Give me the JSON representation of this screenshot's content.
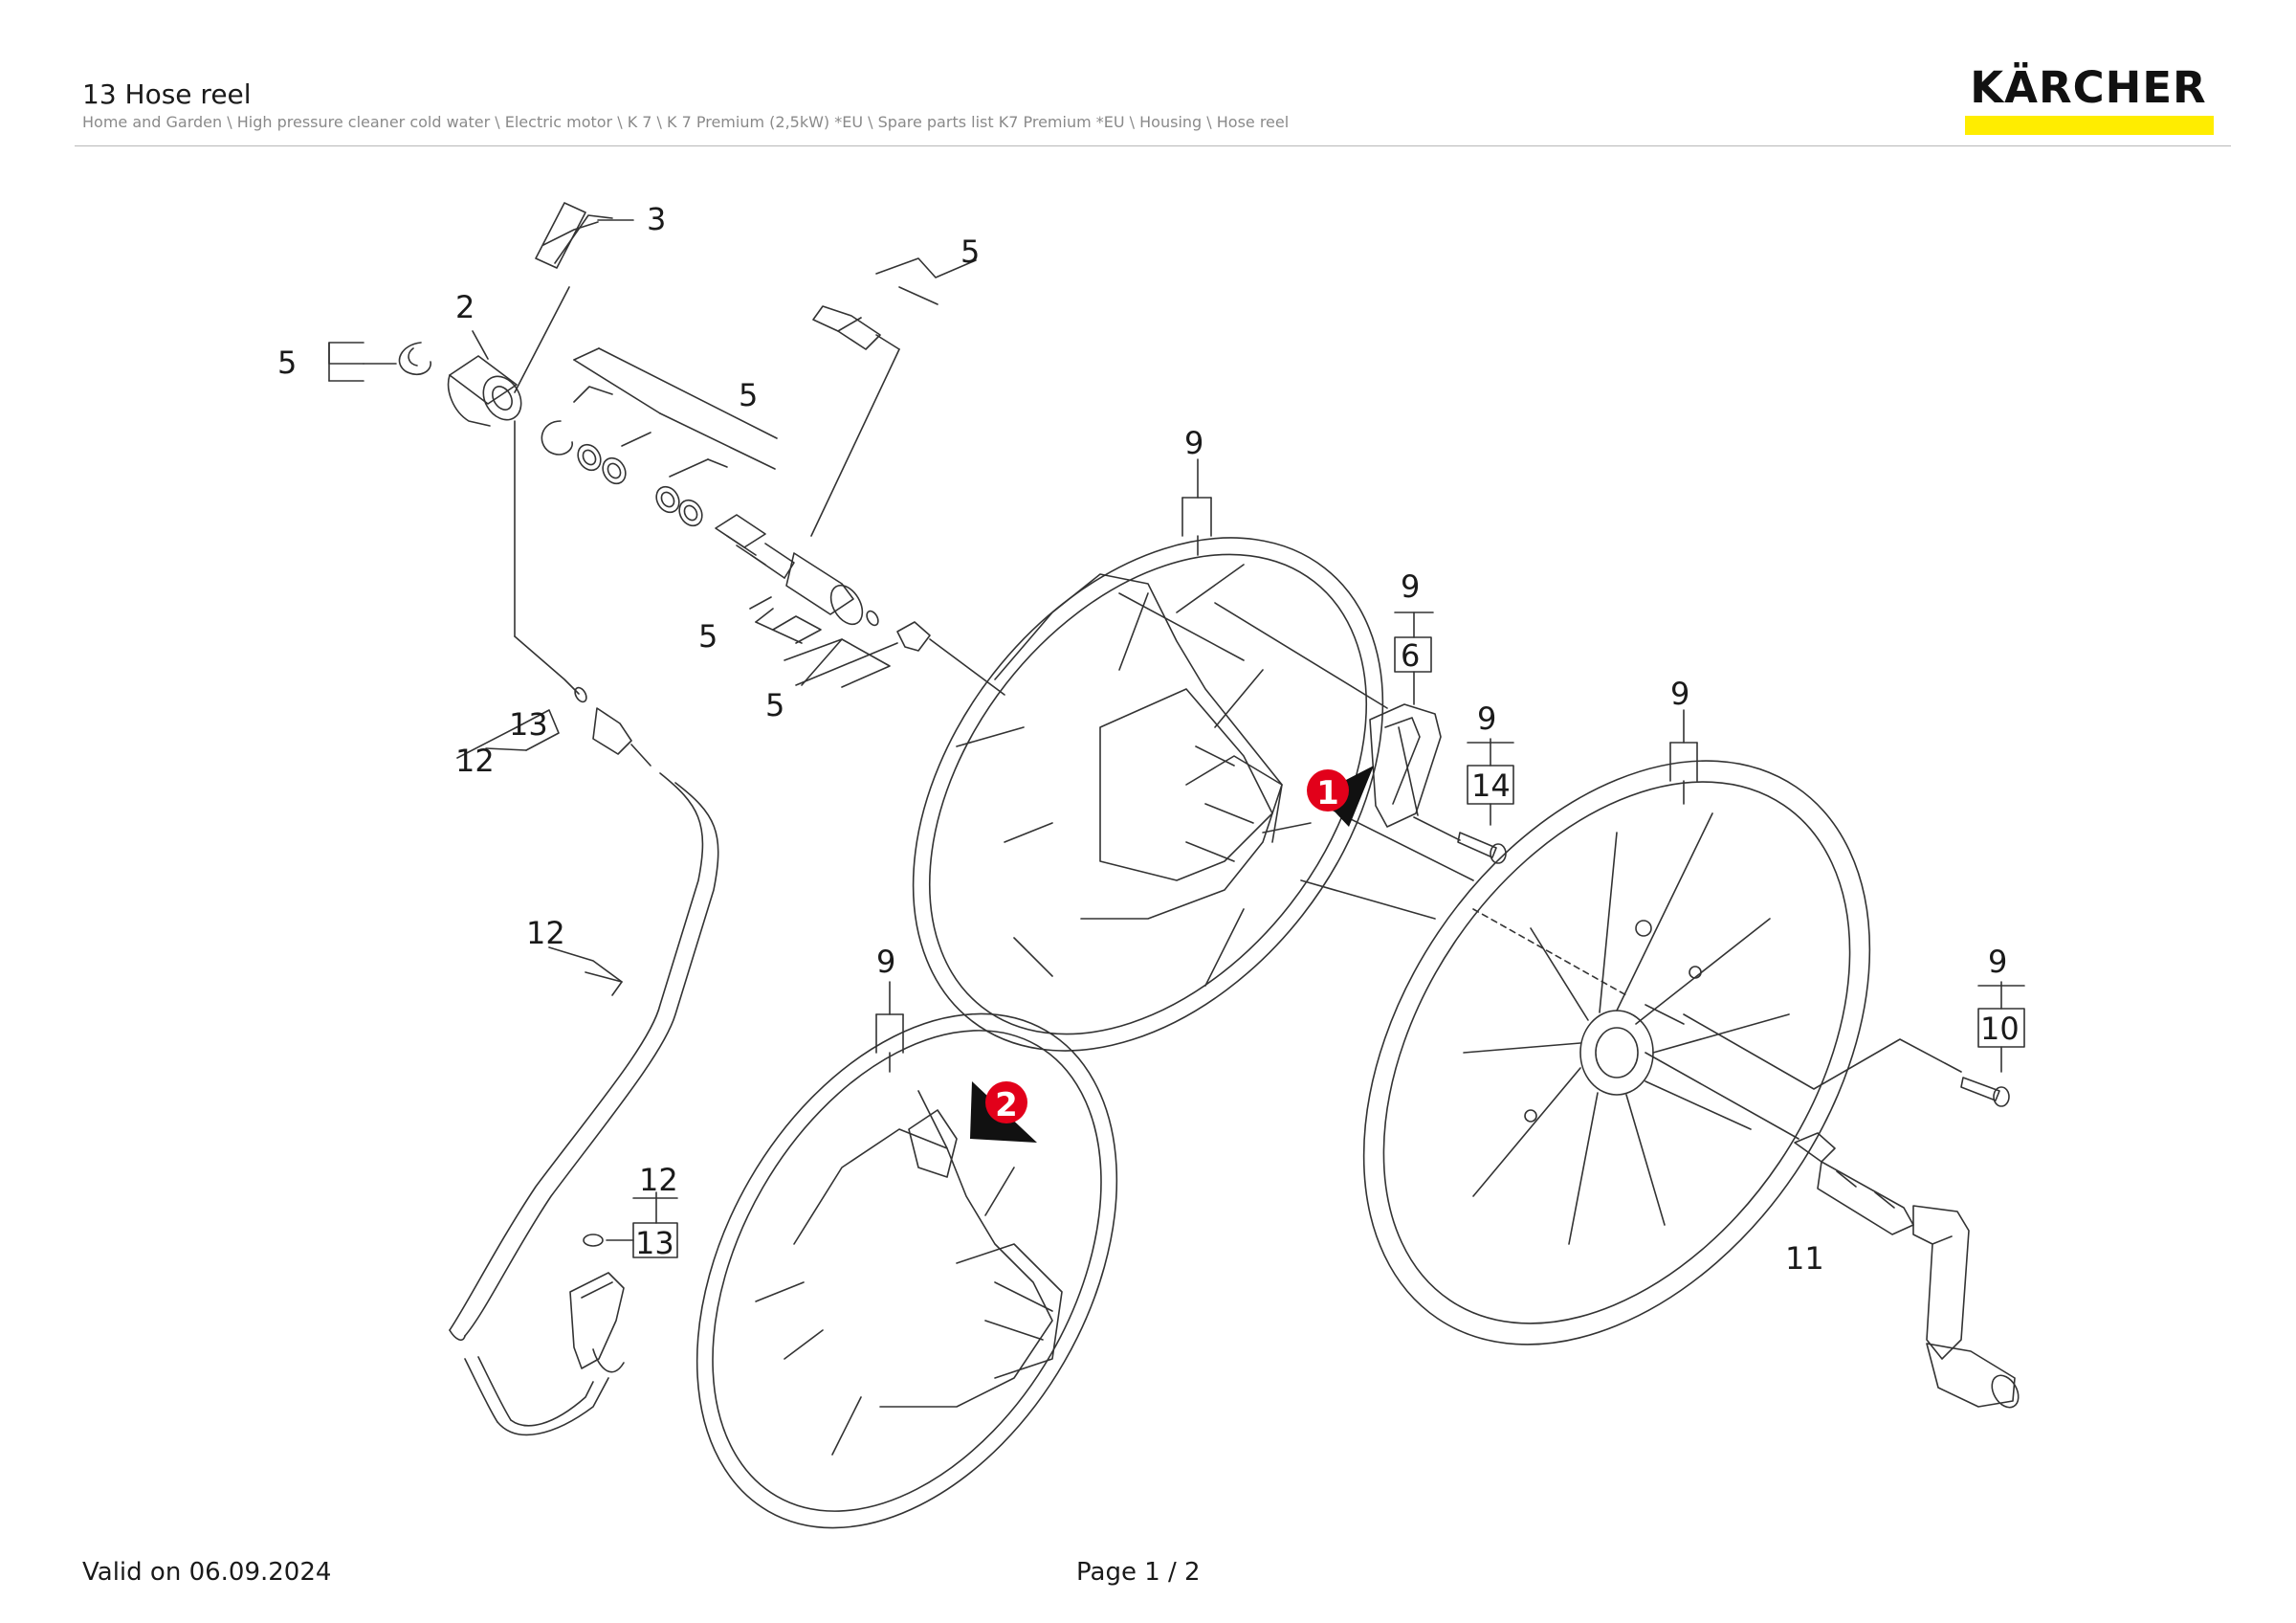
{
  "header": {
    "title": "13 Hose reel",
    "breadcrumb": "Home and Garden \\ High pressure cleaner cold water \\ Electric motor \\ K 7 \\ K 7 Premium (2,5kW) *EU \\ Spare parts list K7 Premium *EU \\ Housing \\ Hose reel"
  },
  "logo": {
    "text": "KÄRCHER",
    "bar_color": "#ffed00"
  },
  "labels": {
    "l3": "3",
    "l2": "2",
    "l5a": "5",
    "l5b": "5",
    "l5c": "5",
    "l5d": "5",
    "l5e": "5",
    "l9a": "9",
    "l9b": "9",
    "l6": "6",
    "l9c": "9",
    "l14": "14",
    "l9d": "9",
    "l9e": "9",
    "l10": "10",
    "l12a": "12",
    "l13a": "13",
    "l12b": "12",
    "l9f": "9",
    "l11": "11",
    "l12c": "12",
    "l13b": "13"
  },
  "markers": {
    "m1": "1",
    "m2": "2",
    "color": "#e2001a"
  },
  "footer": {
    "valid": "Valid on 06.09.2024",
    "page": "Page 1 / 2"
  }
}
